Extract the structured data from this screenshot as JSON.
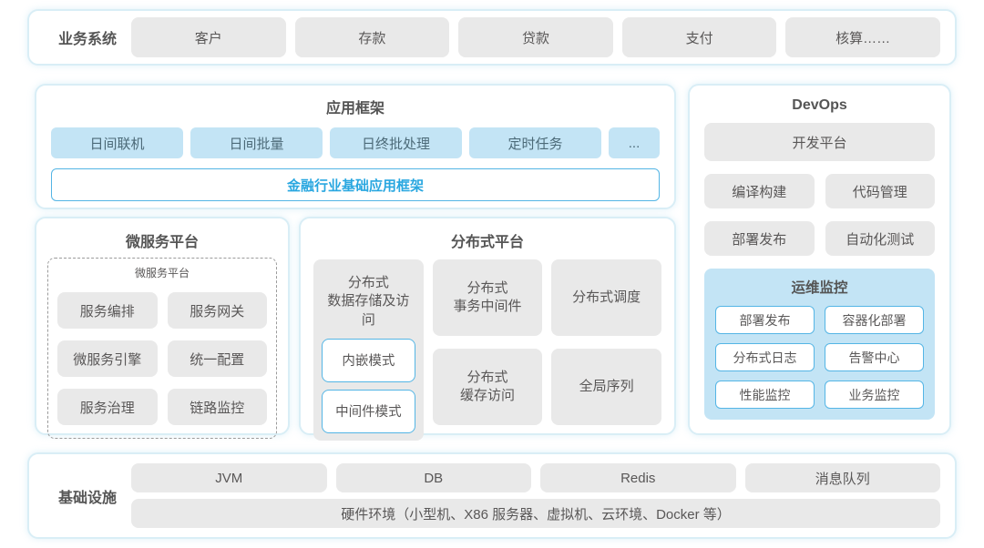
{
  "colors": {
    "panel_border": "#d9eef6",
    "gray_box": "#e9e9e9",
    "blue_box": "#c3e4f5",
    "accent_blue": "#29a7e0",
    "outline_border": "#54b5e5",
    "text": "#595757"
  },
  "business_band": {
    "label": "业务系统",
    "items": [
      "客户",
      "存款",
      "贷款",
      "支付",
      "核算……"
    ]
  },
  "app_framework": {
    "title": "应用框架",
    "items": [
      "日间联机",
      "日间批量",
      "日终批处理",
      "定时任务",
      "..."
    ],
    "base": "金融行业基础应用框架"
  },
  "devops": {
    "title": "DevOps",
    "platform": "开发平台",
    "items": [
      "编译构建",
      "代码管理",
      "部署发布",
      "自动化测试"
    ],
    "monitoring": {
      "title": "运维监控",
      "items": [
        "部署发布",
        "容器化部署",
        "分布式日志",
        "告警中心",
        "性能监控",
        "业务监控"
      ]
    }
  },
  "microservice": {
    "title": "微服务平台",
    "inner_title": "微服务平台",
    "items": [
      "服务编排",
      "服务网关",
      "微服务引擎",
      "统一配置",
      "服务治理",
      "链路监控"
    ]
  },
  "distributed": {
    "title": "分布式平台",
    "storage": {
      "line1": "分布式",
      "line2": "数据存储及访问",
      "modes": [
        "内嵌模式",
        "中间件模式"
      ]
    },
    "transaction": {
      "line1": "分布式",
      "line2": "事务中间件"
    },
    "scheduling": {
      "label": "分布式调度"
    },
    "cache": {
      "line1": "分布式",
      "line2": "缓存访问"
    },
    "sequence": {
      "label": "全局序列"
    }
  },
  "infrastructure": {
    "label": "基础设施",
    "items": [
      "JVM",
      "DB",
      "Redis",
      "消息队列"
    ],
    "hardware": "硬件环境（小型机、X86 服务器、虚拟机、云环境、Docker 等）"
  }
}
